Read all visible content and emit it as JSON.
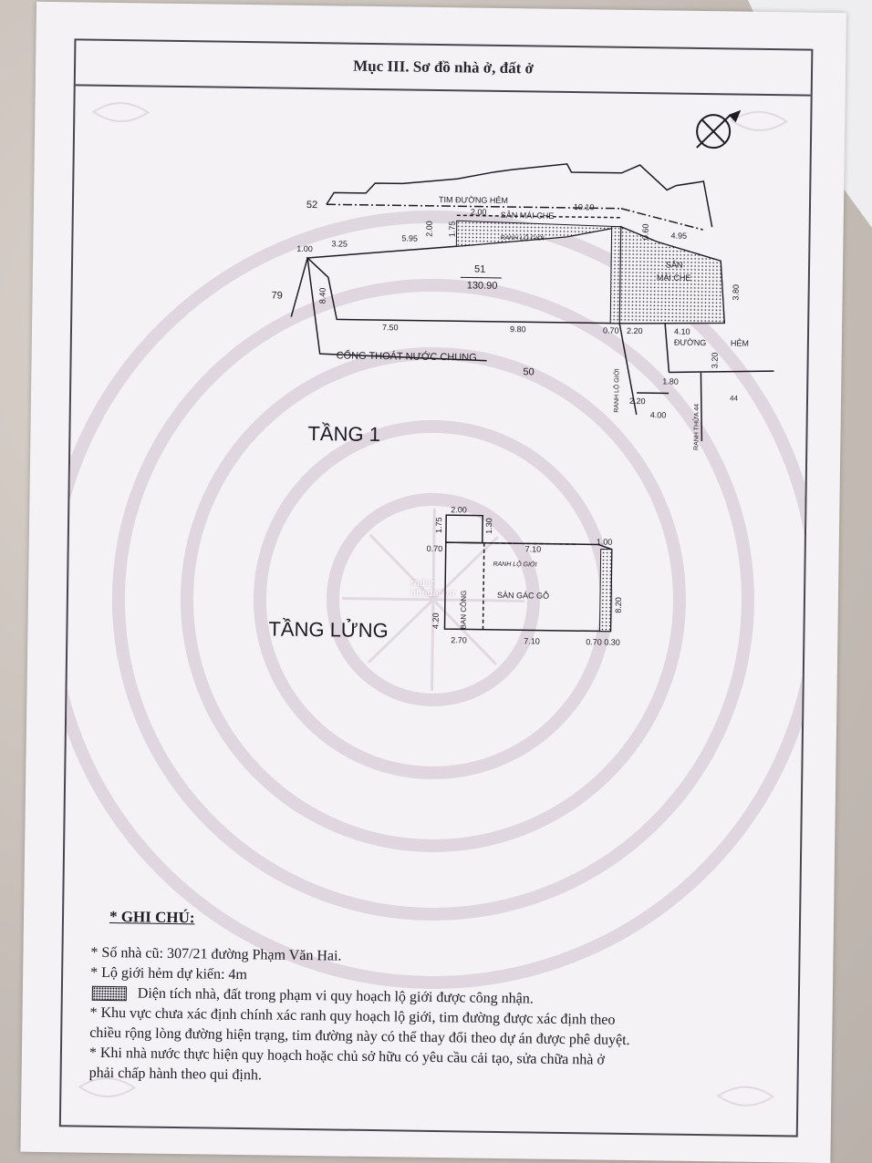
{
  "page_title": "Mục III. Sơ đồ nhà ở, đất ở",
  "floor1": {
    "title": "TẦNG 1",
    "labels": {
      "tim_duong_hem": "TIM ĐƯỜNG HẺM",
      "san_mai_che_top": "SÂN MÁI CHE",
      "ranh_lo_gioi": "RANH LỘ GIỚI",
      "san_mai_che_right_1": "SÂN",
      "san_mai_che_right_2": "MÁI CHE",
      "lot_number": "51",
      "lot_area": "130.90",
      "cong_thoat_nuoc": "CỐNG THOÁT NƯỚC CHUNG",
      "duong_hem": "ĐƯỜNG",
      "hem": "HẺM",
      "ranh_lo_gioi_v": "RANH LỘ GIỚI",
      "ranh_thua": "RANH THỬA 44",
      "neighbor_52": "52",
      "neighbor_79": "79",
      "neighbor_50": "50",
      "neighbor_44": "44"
    },
    "dims": {
      "d_1_00": "1.00",
      "d_3_25": "3.25",
      "d_5_95": "5.95",
      "d_2_00": "2.00",
      "d_1_75": "1.75",
      "d_2_00b": "2.00",
      "d_10_10": "10.10",
      "d_0_60": "0.60",
      "d_4_95": "4.95",
      "d_3_80": "3.80",
      "d_8_40": "8.40",
      "d_7_50": "7.50",
      "d_9_80": "9.80",
      "d_0_70": "0.70",
      "d_2_20": "2.20",
      "d_4_10": "4.10",
      "d_3_20": "3.20",
      "d_1_80": "1.80",
      "d_2_20b": "2.20",
      "d_4_00": "4.00"
    }
  },
  "mezzanine": {
    "title": "TẦNG LỬNG",
    "labels": {
      "ranh_lo_gioi": "RANH LỘ GIỚI",
      "san_gac_go": "SÀN GÁC GỖ",
      "ban_cong": "BAN CÔNG"
    },
    "dims": {
      "d_1_75": "1.75",
      "d_2_00": "2.00",
      "d_1_30": "1.30",
      "d_7_10_top": "7.10",
      "d_1_00": "1.00",
      "d_0_70": "0.70",
      "d_4_20": "4.20",
      "d_8_20": "8.20",
      "d_2_70": "2.70",
      "d_7_10_bottom": "7.10",
      "d_0_70b": "0.70",
      "d_0_30": "0.30"
    }
  },
  "watermark_logo": {
    "line1": "radar",
    "line2": "nhadat.vn"
  },
  "notes": {
    "heading": "* GHI CHÚ:",
    "line1": "* Số nhà cũ: 307/21  đường Phạm Văn Hai.",
    "line2": "* Lộ giới hẻm dự kiến: 4m",
    "legend": "Diện tích nhà, đất trong phạm vi quy hoạch lộ giới được công nhận.",
    "line3": "* Khu vực chưa xác định chính xác ranh quy hoạch lộ giới, tim đường được xác định theo",
    "line3b": "chiều rộng lòng đường hiện trạng, tim đường này có thể thay đổi theo dự án được phê duyệt.",
    "line4": "* Khi nhà nước thực hiện quy hoạch hoặc chủ sở hữu có yêu cầu cải tạo, sửa chữa nhà ở",
    "line4b": "phải chấp hành theo qui định."
  }
}
